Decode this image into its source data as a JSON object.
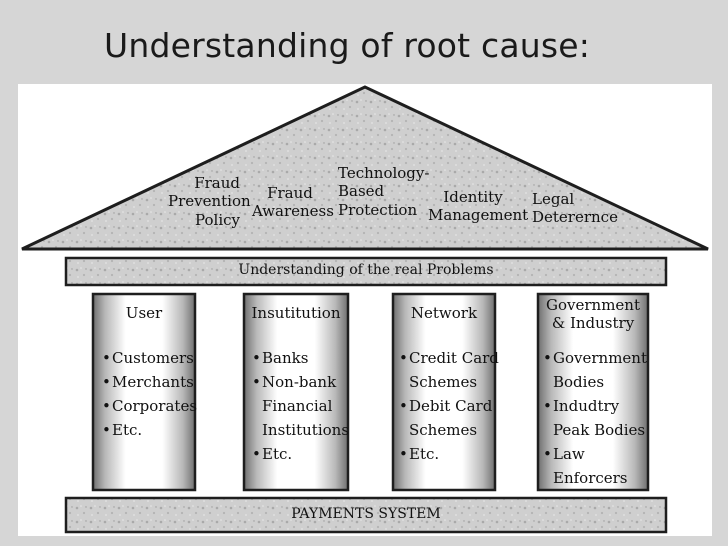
{
  "title": "Understanding of root cause:",
  "roof": {
    "items": [
      {
        "lines": [
          "Fraud",
          "Prevention",
          "Policy"
        ]
      },
      {
        "lines": [
          "Fraud",
          "Awareness"
        ]
      },
      {
        "lines": [
          "Technology-",
          "Based",
          "Protection"
        ]
      },
      {
        "lines": [
          "Identity",
          "Management"
        ]
      },
      {
        "lines": [
          "Legal",
          "Deterernce"
        ]
      }
    ]
  },
  "band": "Understanding of the real Problems",
  "pillars": [
    {
      "heading": [
        "User"
      ],
      "items": [
        [
          "Customers"
        ],
        [
          "Merchants"
        ],
        [
          "Corporates"
        ],
        [
          "Etc."
        ]
      ]
    },
    {
      "heading": [
        "Insutitution"
      ],
      "items": [
        [
          "Banks"
        ],
        [
          "Non-bank",
          "Financial",
          "Institutions"
        ],
        [
          "Etc."
        ]
      ]
    },
    {
      "heading": [
        "Network"
      ],
      "items": [
        [
          "Credit Card",
          "Schemes"
        ],
        [
          "Debit Card",
          "Schemes"
        ],
        [
          "Etc."
        ]
      ]
    },
    {
      "heading": [
        "Government",
        "& Industry"
      ],
      "items": [
        [
          "Government",
          "Bodies"
        ],
        [
          "Indudtry",
          "Peak Bodies"
        ],
        [
          "Law",
          "Enforcers"
        ]
      ]
    }
  ],
  "base": "PAYMENTS SYSTEM",
  "colors": {
    "stone": "#c9c9c9",
    "stone_dark": "#8f8f8f",
    "outline": "#1e1e1e"
  }
}
